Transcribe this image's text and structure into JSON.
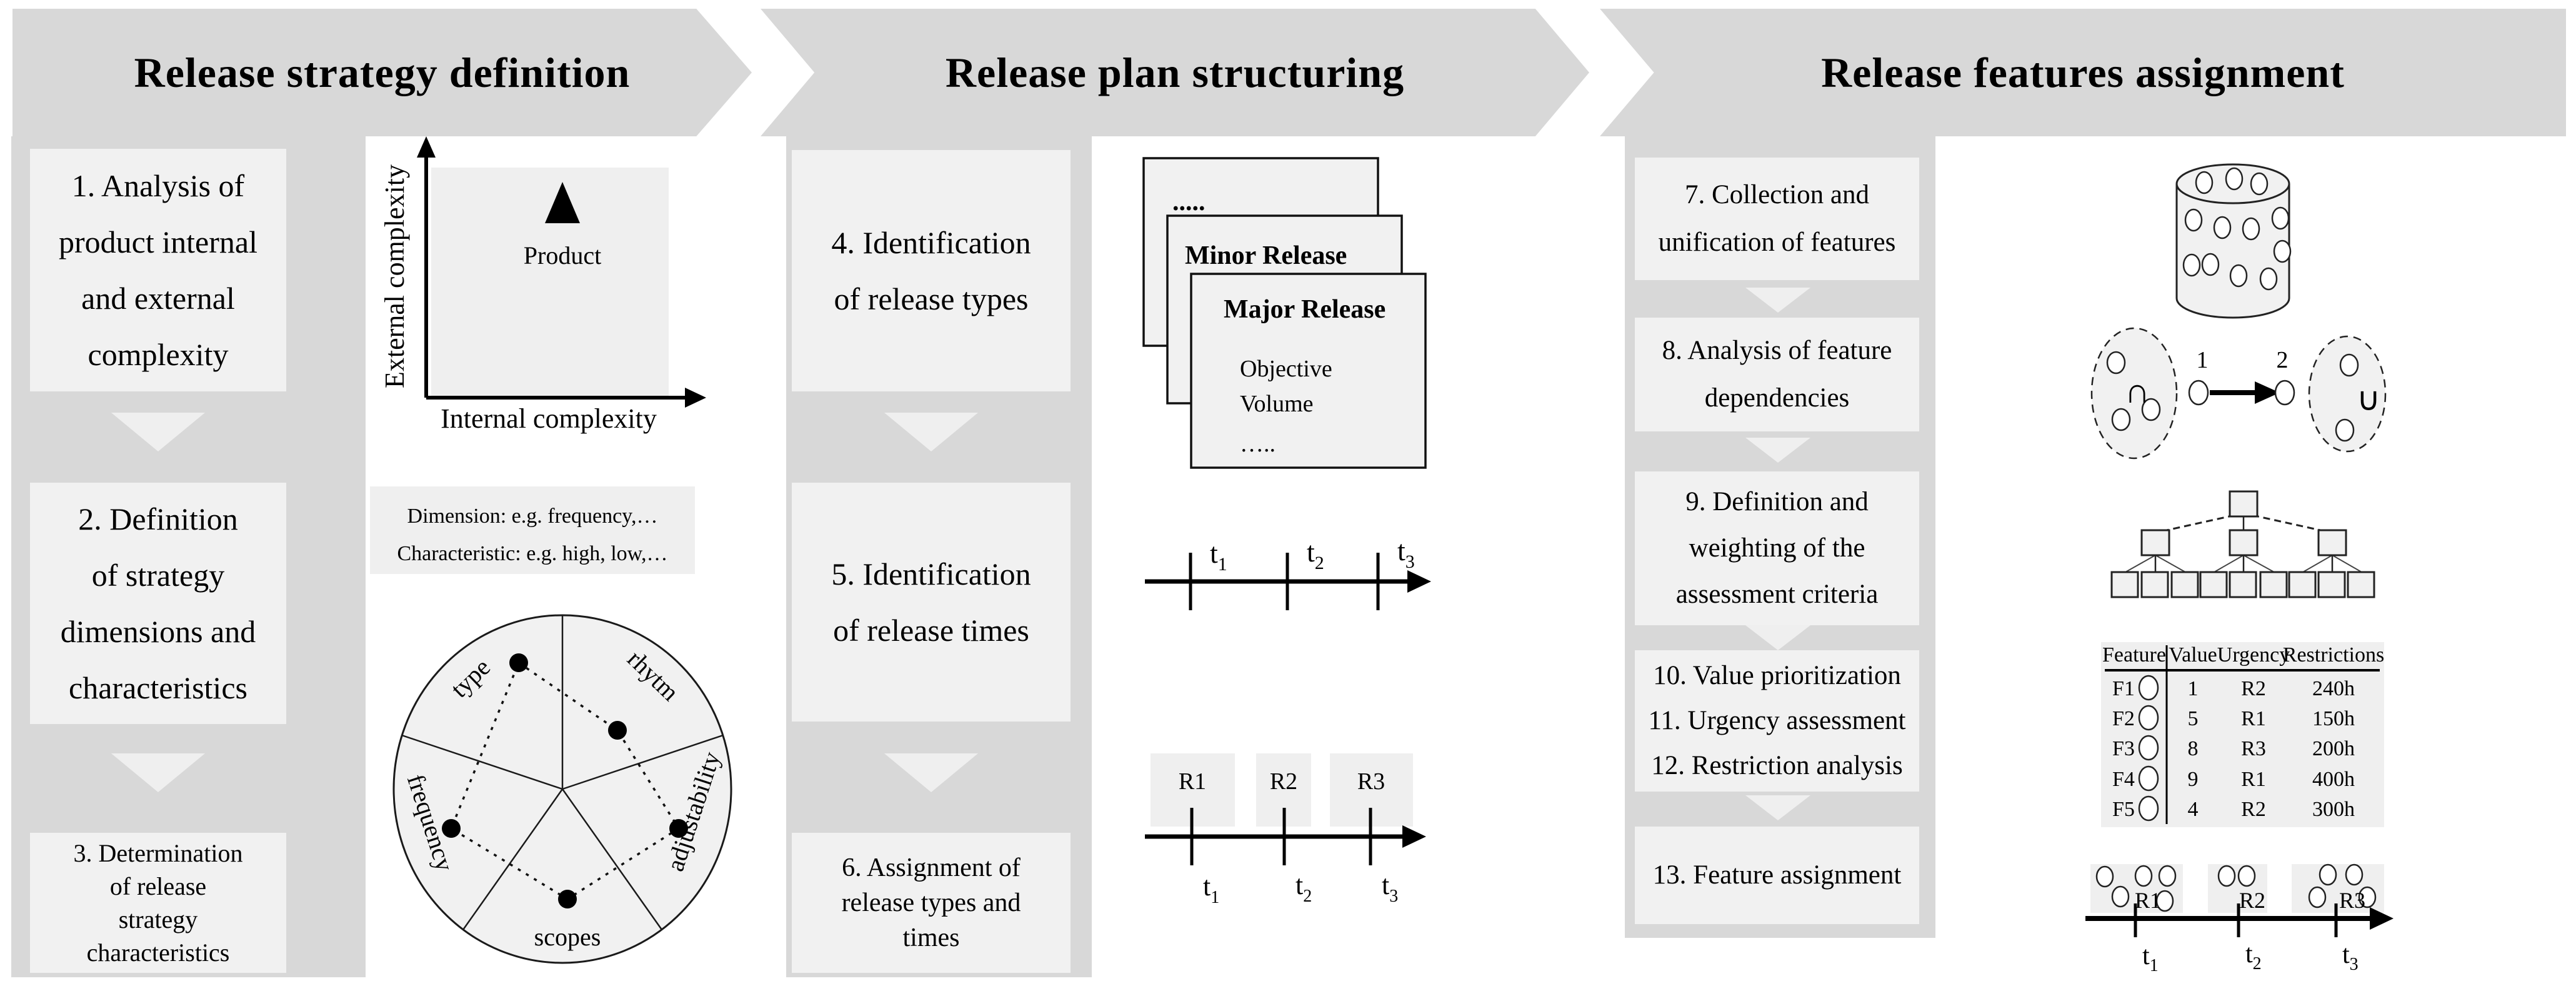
{
  "colors": {
    "band_gray": "#d8d8d8",
    "step_box": "#f1f1f1",
    "flow_arrow": "#efefef",
    "panel_gray": "#efefef",
    "ink": "#000000"
  },
  "phases": [
    "Release strategy definition",
    "Release plan structuring",
    "Release features assignment"
  ],
  "steps": {
    "s1": {
      "lines": [
        "1. Analysis of",
        "product internal",
        "and external",
        "complexity"
      ]
    },
    "s2": {
      "lines": [
        "2. Definition",
        "of strategy",
        "dimensions and",
        "characteristics"
      ]
    },
    "s3": {
      "lines": [
        "3. Determination",
        "of release",
        "strategy",
        "characteristics"
      ]
    },
    "s4": {
      "lines": [
        "4. Identification",
        "of release types"
      ]
    },
    "s5": {
      "lines": [
        "5. Identification",
        "of release times"
      ]
    },
    "s6": {
      "lines": [
        "6. Assignment of",
        "release types and",
        "times"
      ]
    },
    "s7": {
      "lines": [
        "7. Collection and",
        "unification of features"
      ]
    },
    "s8": {
      "lines": [
        "8. Analysis of feature",
        "dependencies"
      ]
    },
    "s9": {
      "lines": [
        "9. Definition and",
        "weighting of the",
        "assessment criteria"
      ]
    },
    "s10": {
      "lines": [
        "10. Value prioritization",
        "11. Urgency assessment",
        "12. Restriction analysis"
      ]
    },
    "s13": {
      "lines": [
        "13. Feature assignment"
      ]
    }
  },
  "complexity_chart": {
    "y_label": "External complexity",
    "x_label": "Internal complexity",
    "point_label": "Product"
  },
  "dimension_note": {
    "lines": [
      "Dimension: e.g. frequency,…",
      "Characteristic: e.g. high, low,…"
    ]
  },
  "radar": {
    "sectors": [
      "type",
      "rhytm",
      "frequency",
      "adjustability",
      "scopes"
    ]
  },
  "release_cards": {
    "back_label": ".....",
    "minor_label": "Minor Release",
    "major_label": "Major Release",
    "major_fields": [
      "Objective",
      "Volume",
      "….."
    ]
  },
  "timeline": {
    "releases": [
      "R1",
      "R2",
      "R3"
    ],
    "ticks": [
      {
        "base": "t",
        "sub": "1"
      },
      {
        "base": "t",
        "sub": "2"
      },
      {
        "base": "t",
        "sub": "3"
      }
    ]
  },
  "dependency": {
    "intersection_symbol": "∩",
    "union_symbol": "∪",
    "node1": "1",
    "node2": "2"
  },
  "feature_table": {
    "headers": [
      "Feature",
      "Value",
      "Urgency",
      "Restrictions"
    ],
    "rows": [
      [
        "F1",
        "1",
        "R2",
        "240h"
      ],
      [
        "F2",
        "5",
        "R1",
        "150h"
      ],
      [
        "F3",
        "8",
        "R3",
        "200h"
      ],
      [
        "F4",
        "9",
        "R1",
        "400h"
      ],
      [
        "F5",
        "4",
        "R2",
        "300h"
      ]
    ]
  }
}
